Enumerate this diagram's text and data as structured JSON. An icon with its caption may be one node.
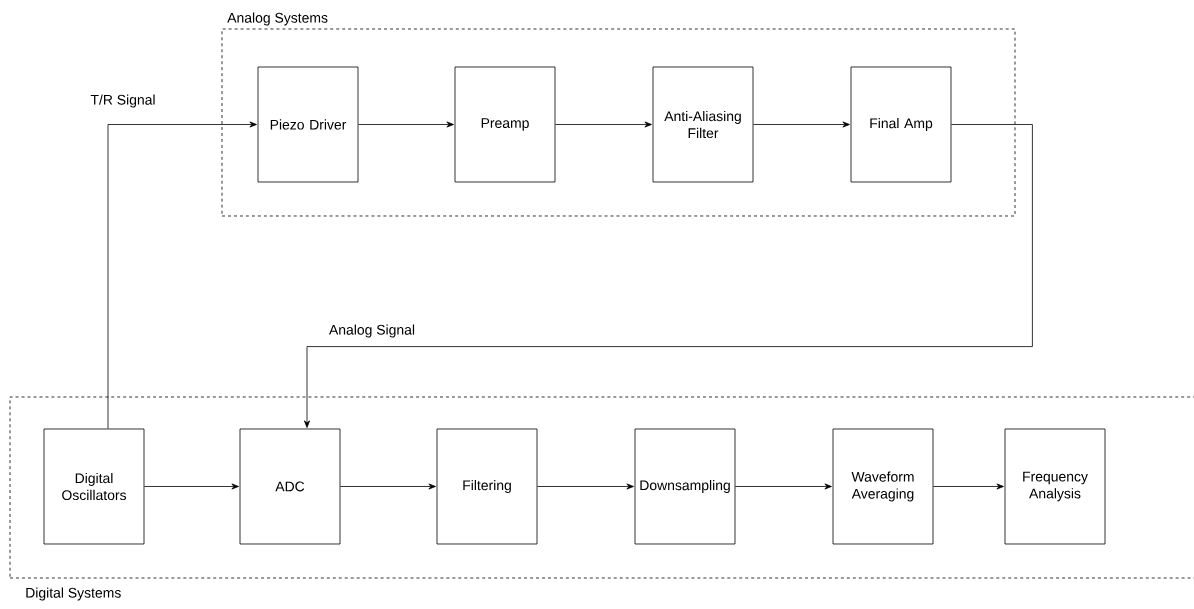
{
  "diagram": {
    "nodes": [
      {
        "text": [
          "Analog Systems"
        ]
      },
      {
        "text": [
          "Piezo Driver"
        ],
        "in": 0
      },
      {
        "text": [
          "Preamp"
        ],
        "in": 0
      },
      {
        "text": [
          "Anti-Aliasing Filter"
        ],
        "in": 0
      },
      {
        "text": [
          "Final Amp"
        ],
        "in": 0
      },
      {
        "text": [
          "Digital Systems"
        ]
      },
      {
        "text": [
          "Digital Oscillators"
        ],
        "in": 5
      },
      {
        "text": [
          "ADC"
        ],
        "in": 5
      },
      {
        "text": [
          "Filtering"
        ],
        "in": 5
      },
      {
        "text": [
          "Downsampling"
        ],
        "in": 5
      },
      {
        "text": [
          "Waveform Averaging"
        ],
        "in": 5
      },
      {
        "text": [
          "Frequency Analysis"
        ],
        "in": 5
      }
    ],
    "edges": [
      {
        "from": 1,
        "to": 2,
        "arrow": "to"
      },
      {
        "from": 2,
        "to": 3,
        "arrow": "to"
      },
      {
        "from": 3,
        "to": 4,
        "arrow": "to"
      },
      {
        "from": 6,
        "to": 1,
        "arrow": "to",
        "label": "T/R Signal"
      },
      {
        "from": 4,
        "to": 7,
        "arrow": "to",
        "label": "Analog Signal"
      },
      {
        "from": 6,
        "to": 7,
        "arrow": "to"
      },
      {
        "from": 7,
        "to": 8,
        "arrow": "to"
      },
      {
        "from": 8,
        "to": 9,
        "arrow": "to"
      },
      {
        "from": 9,
        "to": 10,
        "arrow": "to"
      },
      {
        "from": 10,
        "to": 11,
        "arrow": "to"
      }
    ]
  }
}
